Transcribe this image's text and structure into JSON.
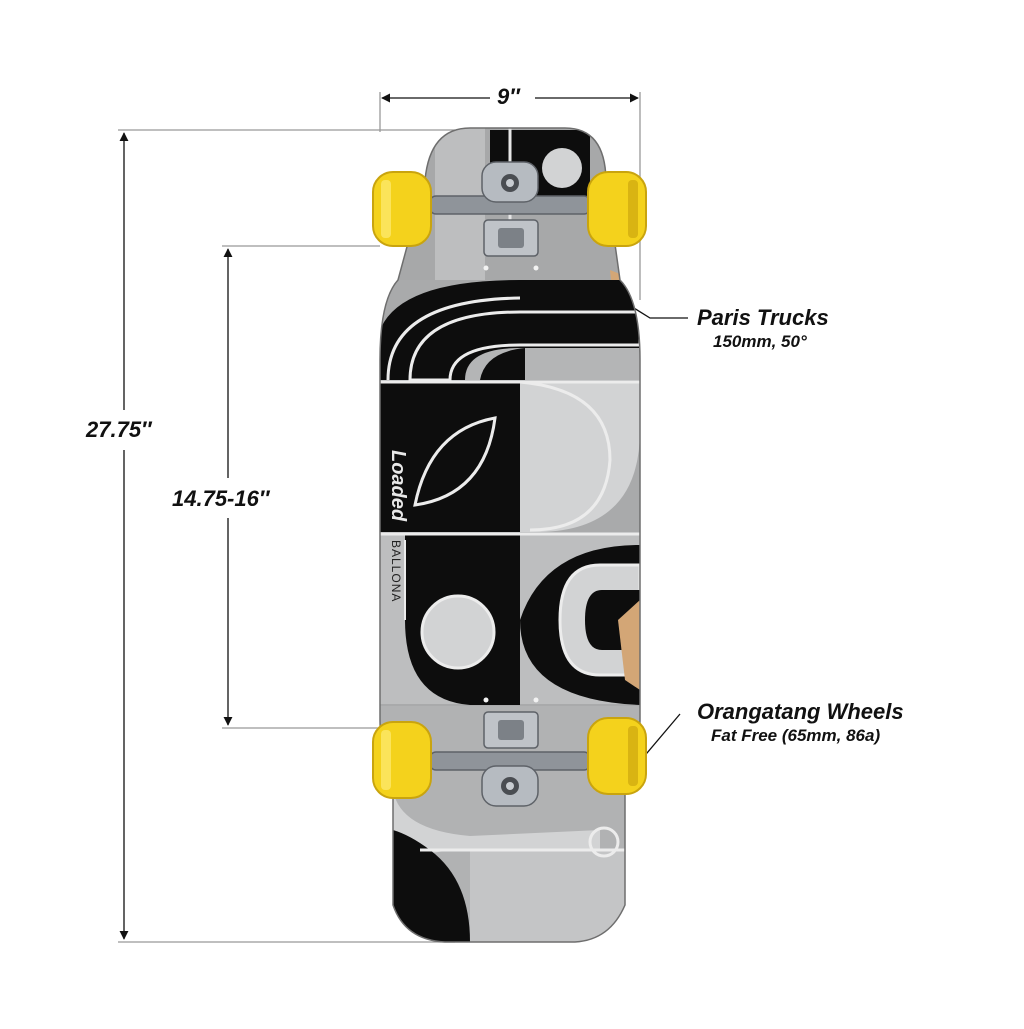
{
  "dimensions": {
    "width": "9″",
    "length": "27.75″",
    "wheelbase": "14.75-16″"
  },
  "callouts": {
    "trucks": {
      "title": "Paris Trucks",
      "detail": "150mm, 50°"
    },
    "wheels": {
      "title": "Orangatang Wheels",
      "detail": "Fat Free (65mm, 86a)"
    }
  },
  "deck": {
    "brand": "Loaded",
    "model": "BALLONA"
  },
  "colors": {
    "wheel": "#f4d21c",
    "deck_black": "#0d0d0d",
    "deck_gray": "#a9aaab",
    "deck_light": "#d2d3d4",
    "truck": "#8f949a"
  }
}
